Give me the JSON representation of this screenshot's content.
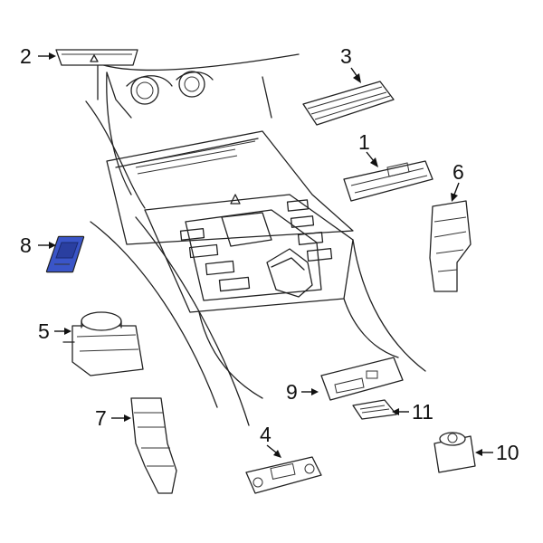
{
  "callouts": [
    {
      "id": "1",
      "text": "1"
    },
    {
      "id": "2",
      "text": "2"
    },
    {
      "id": "3",
      "text": "3"
    },
    {
      "id": "4",
      "text": "4"
    },
    {
      "id": "5",
      "text": "5"
    },
    {
      "id": "6",
      "text": "6"
    },
    {
      "id": "7",
      "text": "7"
    },
    {
      "id": "8",
      "text": "8"
    },
    {
      "id": "9",
      "text": "9"
    },
    {
      "id": "10",
      "text": "10"
    },
    {
      "id": "11",
      "text": "11"
    }
  ],
  "highlight_color": "#3a55c8",
  "line_color": "#222222"
}
